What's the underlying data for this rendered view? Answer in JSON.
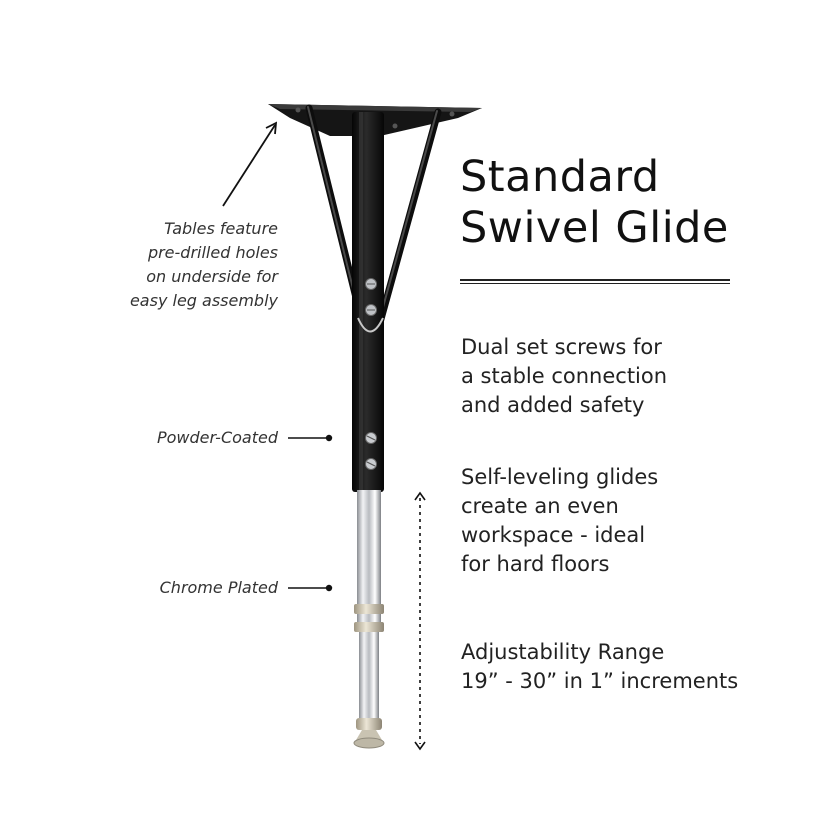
{
  "title": {
    "line1": "Standard",
    "line2": "Swivel Glide"
  },
  "features": [
    {
      "lines": [
        "Dual set screws for",
        "a stable connection",
        "and added safety"
      ]
    },
    {
      "lines": [
        "Self-leveling glides",
        "create an even",
        "workspace - ideal",
        "for hard floors"
      ]
    },
    {
      "lines": [
        "Adjustability Range",
        "19” - 30” in 1” increments"
      ]
    }
  ],
  "callouts": {
    "tables": [
      "Tables feature",
      "pre-drilled holes",
      "on underside for",
      "easy leg assembly"
    ],
    "powder": "Powder-Coated",
    "chrome": "Chrome Plated"
  },
  "colors": {
    "background": "#ffffff",
    "text": "#1a1a1a",
    "leg_black": "#111111",
    "chrome": "#c9ccd0"
  }
}
